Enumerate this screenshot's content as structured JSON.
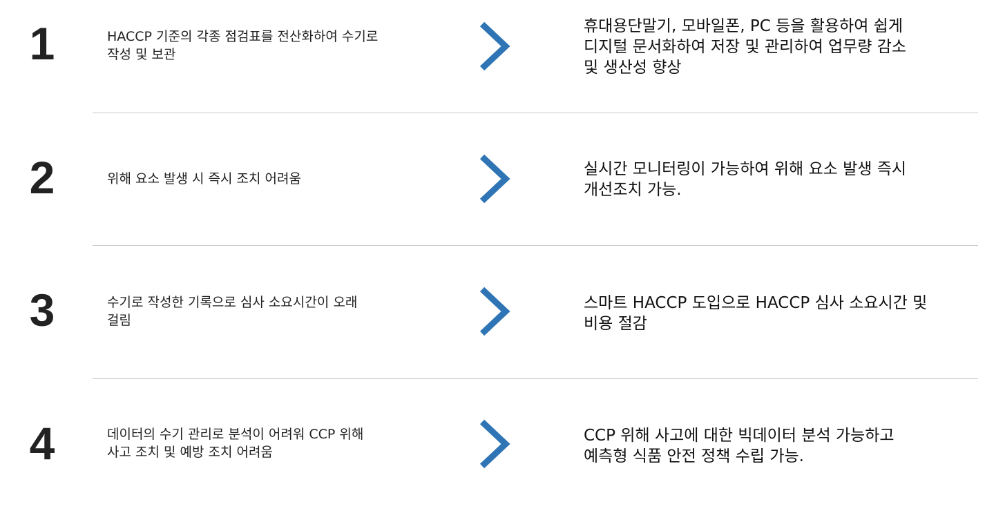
{
  "rows": [
    {
      "number": "1",
      "problem": "HACCP 기준의 각종 점검표를 전산화하여 수기로\n작성 및 보관",
      "solution": "휴대용단말기, 모바일폰, PC 등을 활용하여 쉽게\n디지털 문서화하여 저장 및 관리하여 업무량 감소\n및 생산성 향상"
    },
    {
      "number": "2",
      "problem": "위해 요소 발생 시 즉시 조치 어려움",
      "solution": "실시간 모니터링이 가능하여 위해 요소 발생 즉시\n개선조치 가능."
    },
    {
      "number": "3",
      "problem": "수기로 작성한 기록으로 심사 소요시간이 오래\n걸림",
      "solution": "스마트 HACCP 도입으로 HACCP 심사 소요시간 및\n비용 절감"
    },
    {
      "number": "4",
      "problem": "데이터의 수기 관리로 분석이 어려워 CCP 위해\n사고 조치 및 예방 조치 어려움",
      "solution": "CCP 위해 사고에 대한 빅데이터 분석 가능하고\n예측형 식품 안전 정책 수립 가능."
    }
  ],
  "icons": {
    "arrow": "chevron-right-icon"
  },
  "colors": {
    "arrow": "#2f75b5",
    "divider": "#c9c9c9",
    "text": "#222222"
  }
}
